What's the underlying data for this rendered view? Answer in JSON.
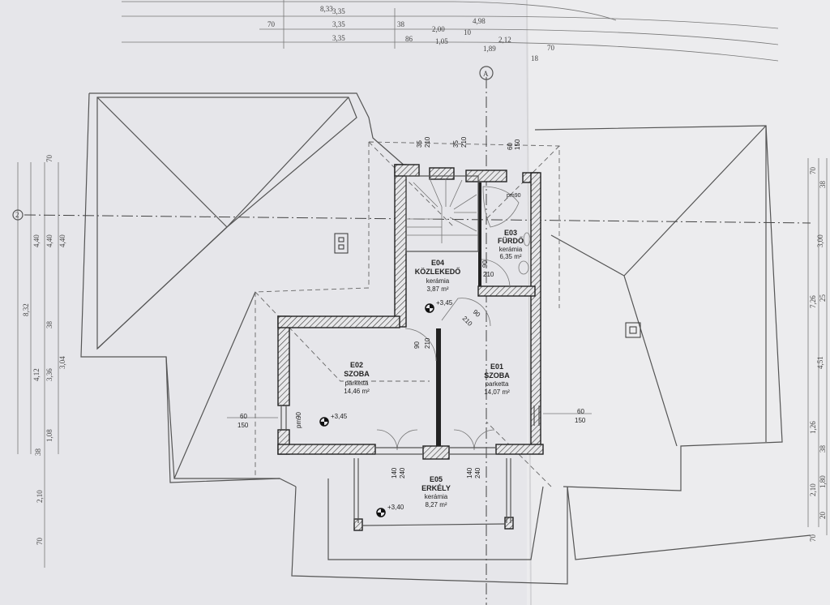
{
  "top_dimensions": {
    "row1": "8,33",
    "row2": [
      "3,35",
      "4,98"
    ],
    "row3": [
      "70",
      "3,35",
      "38",
      "2,00",
      "10",
      "2,12"
    ],
    "row4": [
      "3,35",
      "86",
      "1,05",
      "1,89",
      "18",
      "70"
    ]
  },
  "left_dimensions": [
    "8,32",
    "4,12",
    "3,36",
    "3,04",
    "4,40",
    "4,40",
    "4,40",
    "38",
    "1,08",
    "38",
    "2,10",
    "70",
    "70"
  ],
  "right_dimensions": [
    "7,26",
    "3,00",
    "4,51",
    "1,26",
    "2,10",
    "1,80",
    "38",
    "25",
    "38",
    "70",
    "20",
    "70"
  ],
  "axis_labels": {
    "vertical": "A",
    "horizontal": "2"
  },
  "rooms": {
    "e01": {
      "id": "E01",
      "name": "SZOBA",
      "material": "parketta",
      "area": "14,07 m²"
    },
    "e02": {
      "id": "E02",
      "name": "SZOBA",
      "material": "parketta",
      "area": "14,46 m²"
    },
    "e03": {
      "id": "E03",
      "name": "FÜRDŐ",
      "material": "kerámia",
      "area": "6,35 m²"
    },
    "e04": {
      "id": "E04",
      "name": "KÖZLEKEDŐ",
      "material": "kerámia",
      "area": "3,87 m²"
    },
    "e05": {
      "id": "E05",
      "name": "ERKÉLY",
      "material": "kerámia",
      "area": "8,27 m²"
    }
  },
  "levels": {
    "e04": "+3,45",
    "e02": "+3,45",
    "e05": "+3,40"
  },
  "openings": {
    "stair_top": [
      "35",
      "210",
      "35",
      "210"
    ],
    "bath_window": [
      "60",
      "150"
    ],
    "e04_door": [
      "90",
      "210"
    ],
    "e01_door": [
      "90",
      "210"
    ],
    "e02_door": [
      "90",
      "210"
    ],
    "e02_window": [
      "60",
      "150"
    ],
    "e01_window": [
      "60",
      "150"
    ],
    "balcony_doors_left": [
      "140",
      "240"
    ],
    "balcony_doors_right": [
      "140",
      "240"
    ],
    "sill": "pm90",
    "shower": "pm90"
  }
}
